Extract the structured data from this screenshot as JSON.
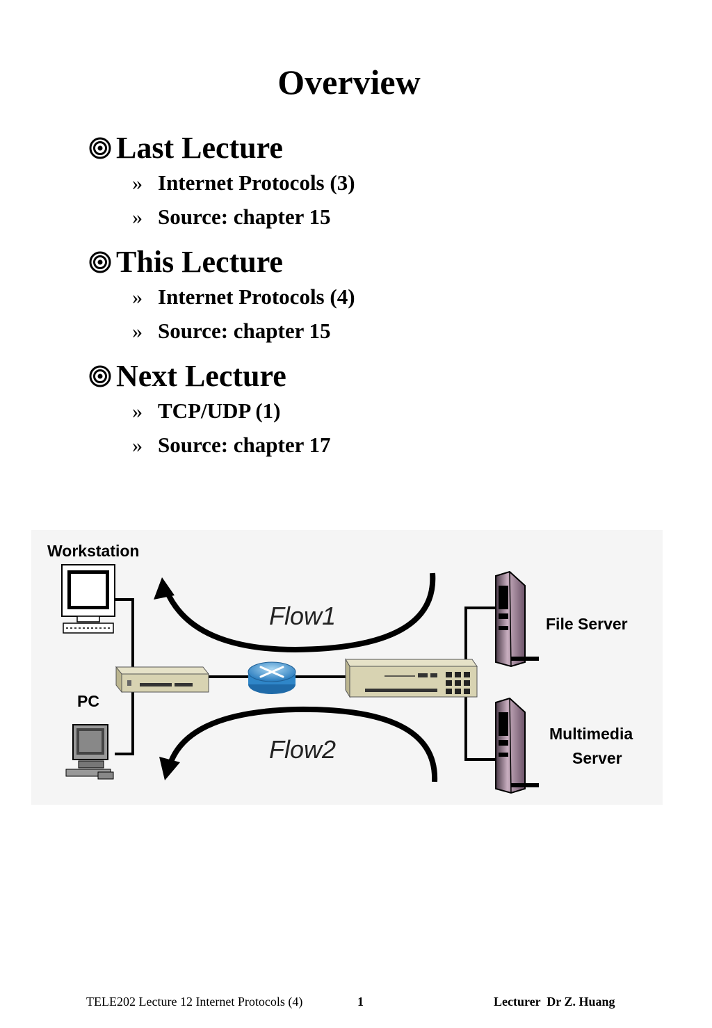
{
  "title": "Overview",
  "sections": [
    {
      "heading": "Last Lecture",
      "items": [
        "Internet Protocols (3)",
        "Source: chapter 15"
      ]
    },
    {
      "heading": "This Lecture",
      "items": [
        "Internet Protocols (4)",
        "Source: chapter 15"
      ]
    },
    {
      "heading": "Next Lecture",
      "items": [
        "TCP/UDP (1)",
        "Source: chapter 17"
      ]
    }
  ],
  "bullet_marker": "»",
  "figure": {
    "workstation": "Workstation",
    "pc": "PC",
    "file_server": "File Server",
    "multimedia_line1": "Multimedia",
    "multimedia_line2": "Server",
    "flow1": "Flow1",
    "flow2": "Flow2"
  },
  "footer": {
    "course": "TELE202 Lecture 12 Internet Protocols (4)",
    "page": "1",
    "lecturer": "Lecturer  Dr Z. Huang"
  }
}
